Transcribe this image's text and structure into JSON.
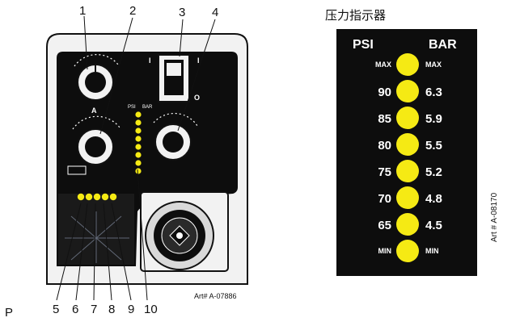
{
  "panel": {
    "callouts": [
      "1",
      "2",
      "3",
      "4",
      "5",
      "6",
      "7",
      "8",
      "9",
      "10"
    ],
    "art_label": "Art# A-07886",
    "mini_scale": {
      "psi_label": "PSI",
      "bar_label": "BAR"
    },
    "dial_mark_a": "A",
    "switch_marks": {
      "on": "I",
      "on2": "I",
      "off": "O"
    },
    "colors": {
      "panel_black": "#0d0d0d",
      "led_yellow": "#f5ea14",
      "frame_gray": "#efefef"
    }
  },
  "indicator": {
    "title": "压力指示器",
    "header_psi": "PSI",
    "header_bar": "BAR",
    "rows": [
      {
        "psi": "MAX",
        "bar": "MAX"
      },
      {
        "psi": "90",
        "bar": "6.3"
      },
      {
        "psi": "85",
        "bar": "5.9"
      },
      {
        "psi": "80",
        "bar": "5.5"
      },
      {
        "psi": "75",
        "bar": "5.2"
      },
      {
        "psi": "70",
        "bar": "4.8"
      },
      {
        "psi": "65",
        "bar": "4.5"
      },
      {
        "psi": "MIN",
        "bar": "MIN"
      }
    ],
    "art_label": "Art # A-08170"
  },
  "corner_mark": "P"
}
